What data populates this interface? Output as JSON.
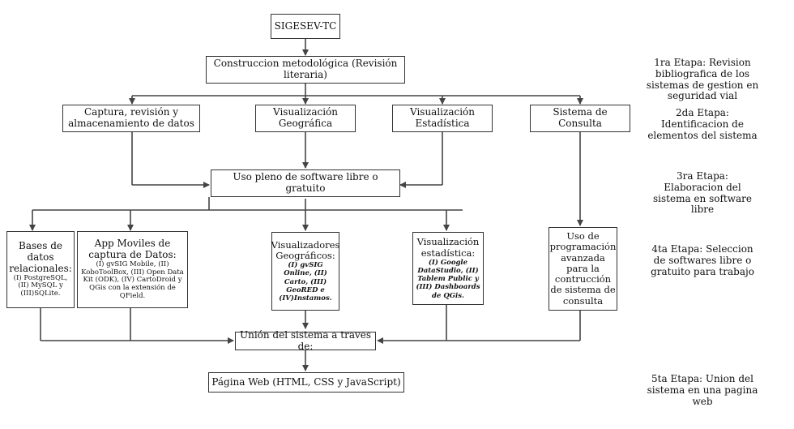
{
  "root": "SIGESEV-TC",
  "methodology": "Construccion metodológica (Revisión literaria)",
  "components": [
    "Captura, revisión y almacenamiento de datos",
    "Visualización Geográfica",
    "Visualización Estadística",
    "Sistema de Consulta"
  ],
  "software": "Uso pleno de software libre o gratuito",
  "tools": {
    "databases": {
      "title": "Bases de datos relacionales:",
      "detail": "(I) PostgreSQL, (II) MySQL y (III)SQLite."
    },
    "mobile_apps": {
      "title": "App Moviles de captura de Datos:",
      "detail": "(I) gvSIG Mobile, (II) KoboToolBox, (III) Open Data Kit (ODK), (IV) CartoDroid y QGis con la extensión de QField."
    },
    "geo_viewers": {
      "title": "Visualizadores Geográficos:",
      "detail": "(I) gvSIG Online, (II) Carto, (III) GeoRED e (IV)Instamos."
    },
    "stats_viewers": {
      "title": "Visualización estadística:",
      "detail": "(I) Google DataStudio, (II) Tablem Public y (III) Dashboards de QGis."
    },
    "programming": "Uso de programación avanzada para la contrucción de sistema de consulta"
  },
  "union": "Unión del sistema a traves de:",
  "web": "Página Web (HTML, CSS y JavaScript)",
  "stages": [
    "1ra Etapa: Revision bibliografica de los sistemas de gestion en seguridad vial",
    "2da  Etapa: Identificacion de elementos del sistema",
    "3ra Etapa: Elaboracion del sistema en software libre",
    "4ta Etapa: Seleccion de softwares libre o gratuito para trabajo",
    "5ta Etapa: Union del sistema en una pagina web"
  ],
  "colors": {
    "line": "#444444",
    "border": "#333333"
  }
}
